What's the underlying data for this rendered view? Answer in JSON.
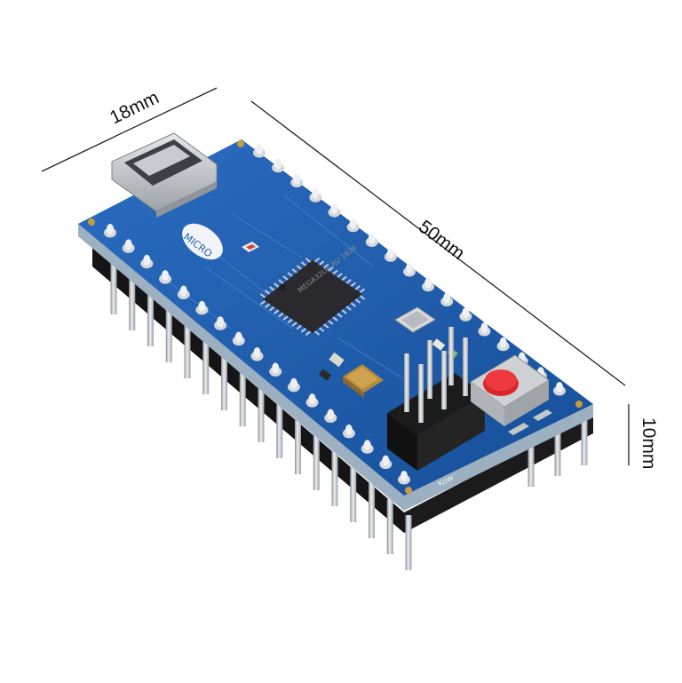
{
  "dimensions": {
    "width_label": "18mm",
    "length_label": "50mm",
    "height_label": "10mm"
  },
  "board": {
    "logo_text": "MICRO",
    "chip_marking": "MEGA32U4 AU 1826",
    "corner_marking": "Kow",
    "colors": {
      "pcb": "#1f5fae",
      "pcb_edge": "#8aa3b8",
      "pin_header": "#1a1a1a",
      "pin_metal": "#c9ccd0",
      "reset_button": "#d8262b",
      "usb_metal": "#c2c6cb",
      "chip": "#2a2a2e"
    },
    "components": {
      "usb": "micro-usb-connector",
      "reset": "reset-button",
      "mcu": "atmega32u4-chip",
      "icsp": "icsp-header"
    }
  }
}
